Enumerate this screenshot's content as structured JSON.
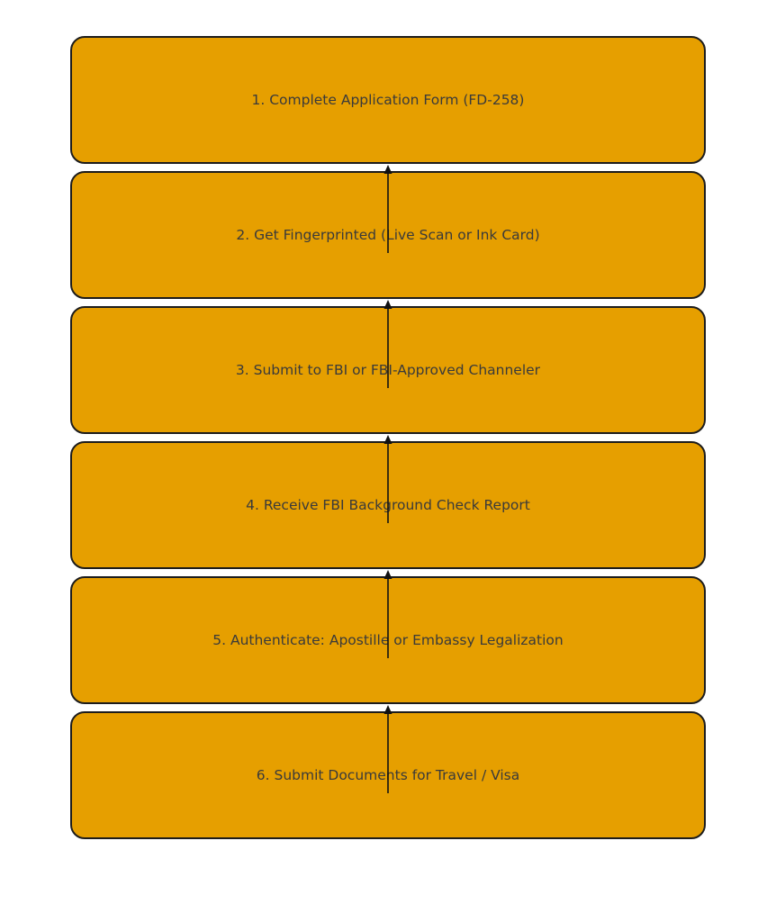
{
  "diagram": {
    "type": "flowchart",
    "direction": "bottom-to-top-arrows",
    "steps": [
      {
        "label": "1. Complete Application Form (FD-258)"
      },
      {
        "label": "2. Get Fingerprinted (Live Scan or Ink Card)"
      },
      {
        "label": "3. Submit to FBI or FBI-Approved Channeler"
      },
      {
        "label": "4. Receive FBI Background Check Report"
      },
      {
        "label": "5. Authenticate: Apostille or Embassy Legalization"
      },
      {
        "label": "6. Submit Documents for Travel / Visa"
      }
    ]
  },
  "colors": {
    "box_fill": "#E69F00",
    "box_border": "#1c1c1c",
    "text": "#3a3a3a",
    "arrow": "#111111",
    "background": "#ffffff"
  }
}
